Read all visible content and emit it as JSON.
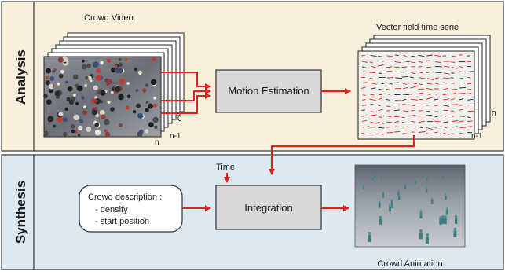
{
  "analysis": {
    "label": "Analysis",
    "crowd_video_label": "Crowd Video",
    "motion_box_label": "Motion Estimation",
    "vector_field_label": "Vector field time serie",
    "stack_indices": [
      "0",
      "n-1",
      "n"
    ],
    "field_indices": [
      "0",
      "n-1"
    ]
  },
  "synthesis": {
    "label": "Synthesis",
    "time_label": "Time",
    "description_title": "Crowd description :",
    "description_items": [
      "- density",
      "- start position"
    ],
    "integration_box_label": "Integration",
    "animation_label": "Crowd Animation"
  },
  "colors": {
    "analysis_bg": "#f7eedb",
    "synthesis_bg": "#dde8f0",
    "arrow": "#e32219",
    "process_box": "#d8d8d8"
  }
}
